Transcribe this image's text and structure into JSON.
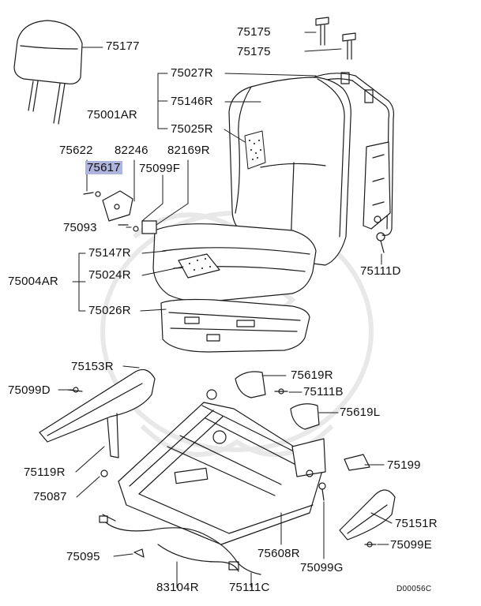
{
  "diagram_id": "D00056C",
  "parts": [
    {
      "key": "p75177",
      "label": "75177"
    },
    {
      "key": "p75175a",
      "label": "75175"
    },
    {
      "key": "p75175b",
      "label": "75175"
    },
    {
      "key": "p75027R",
      "label": "75027R"
    },
    {
      "key": "p75001AR",
      "label": "75001AR"
    },
    {
      "key": "p75146R",
      "label": "75146R"
    },
    {
      "key": "p75025R",
      "label": "75025R"
    },
    {
      "key": "p75622",
      "label": "75622"
    },
    {
      "key": "p82246",
      "label": "82246"
    },
    {
      "key": "p82169R",
      "label": "82169R"
    },
    {
      "key": "p75617",
      "label": "75617",
      "highlighted": true
    },
    {
      "key": "p75099F",
      "label": "75099F"
    },
    {
      "key": "p75093",
      "label": "75093"
    },
    {
      "key": "p75111D",
      "label": "75111D"
    },
    {
      "key": "p75147R",
      "label": "75147R"
    },
    {
      "key": "p75004AR",
      "label": "75004AR"
    },
    {
      "key": "p75024R",
      "label": "75024R"
    },
    {
      "key": "p75026R",
      "label": "75026R"
    },
    {
      "key": "p75153R",
      "label": "75153R"
    },
    {
      "key": "p75619R",
      "label": "75619R"
    },
    {
      "key": "p75099D",
      "label": "75099D"
    },
    {
      "key": "p75111B",
      "label": "75111B"
    },
    {
      "key": "p75619L",
      "label": "75619L"
    },
    {
      "key": "p75199",
      "label": "75199"
    },
    {
      "key": "p75119R",
      "label": "75119R"
    },
    {
      "key": "p75087",
      "label": "75087"
    },
    {
      "key": "p75151R",
      "label": "75151R"
    },
    {
      "key": "p75608R",
      "label": "75608R"
    },
    {
      "key": "p75099E",
      "label": "75099E"
    },
    {
      "key": "p75095",
      "label": "75095"
    },
    {
      "key": "p75099G",
      "label": "75099G"
    },
    {
      "key": "p83104R",
      "label": "83104R"
    },
    {
      "key": "p75111C",
      "label": "75111C"
    }
  ],
  "colors": {
    "line": "#1a1a1a",
    "highlight": "#aeb4dc",
    "watermark": "#e6e6e6"
  }
}
